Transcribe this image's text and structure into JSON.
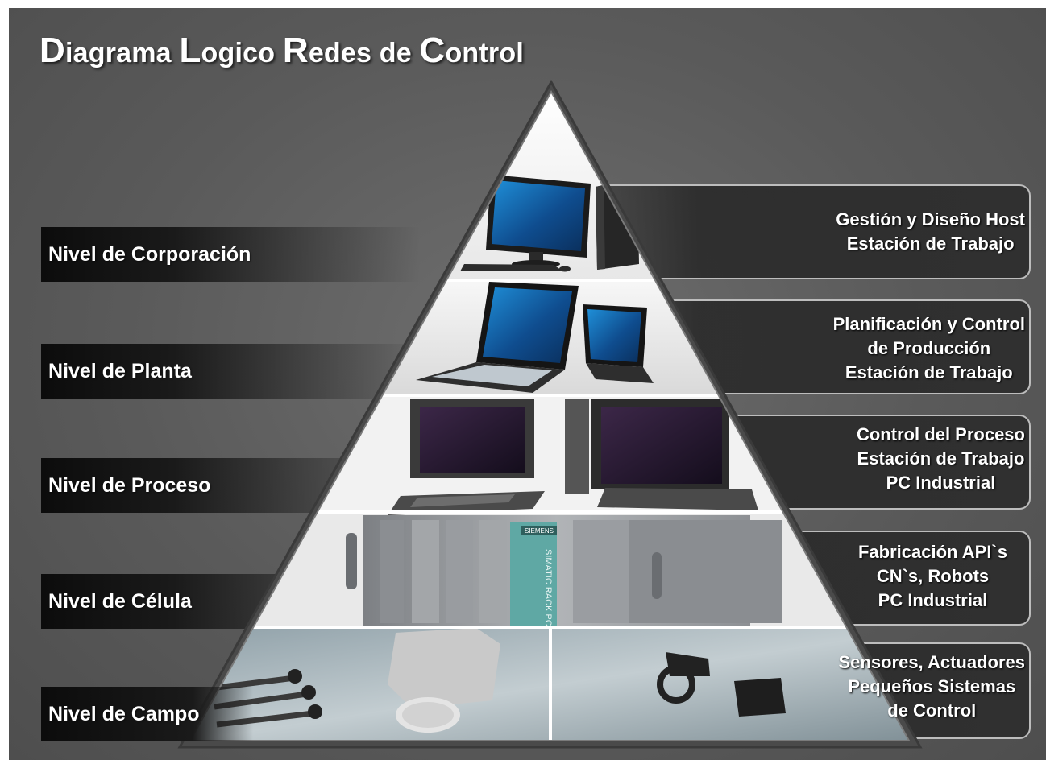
{
  "title": {
    "parts": [
      "D",
      "iagrama ",
      "L",
      "ogico ",
      "R",
      "edes de ",
      "C",
      "ontrol"
    ]
  },
  "levels": [
    {
      "label": "Nivel de Corporación",
      "icon": "desktop-computer-icon",
      "description": [
        "Gestión y Diseño Host",
        "Estación de Trabajo"
      ]
    },
    {
      "label": "Nivel de Planta",
      "icon": "laptop-icon",
      "description": [
        "Planificación y Control",
        "de Producción",
        "Estación de Trabajo"
      ]
    },
    {
      "label": "Nivel de Proceso",
      "icon": "industrial-pc-icon",
      "description": [
        "Control del Proceso",
        "Estación de Trabajo",
        "PC Industrial"
      ]
    },
    {
      "label": "Nivel de Célula",
      "icon": "rack-pc-icon",
      "badge": "SIEMENS",
      "device_text": "SIMATIC RACK PC",
      "description": [
        "Fabricación API`s",
        "CN`s, Robots",
        "PC Industrial"
      ]
    },
    {
      "label": "Nivel de Campo",
      "icon": "sensor-icon",
      "description": [
        "Sensores, Actuadores",
        "Pequeños Sistemas",
        "de Control"
      ]
    }
  ],
  "colors": {
    "background": "#5f5f5f",
    "label_bg": "#111111",
    "box_border": "#bdbdbd",
    "text": "#ffffff",
    "rack_accent": "#5fa8a4"
  }
}
